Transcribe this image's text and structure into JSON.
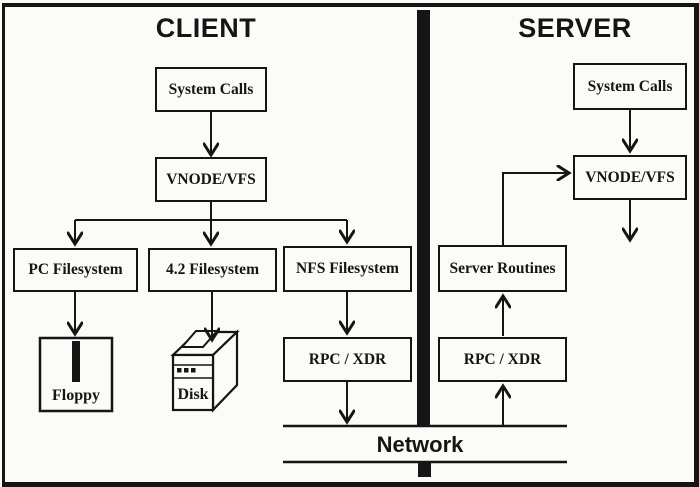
{
  "diagram": {
    "client_title": "CLIENT",
    "server_title": "SERVER",
    "network_label": "Network",
    "boxes": {
      "client_system_calls": "System Calls",
      "client_vnode_vfs": "VNODE/VFS",
      "pc_filesystem": "PC Filesystem",
      "filesystem_42": "4.2 Filesystem",
      "nfs_filesystem": "NFS Filesystem",
      "client_rpc_xdr": "RPC / XDR",
      "server_routines": "Server Routines",
      "server_rpc_xdr": "RPC / XDR",
      "server_system_calls": "System Calls",
      "server_vnode_vfs": "VNODE/VFS"
    },
    "icons": {
      "floppy": {
        "name": "floppy-disk-icon",
        "label": "Floppy"
      },
      "disk": {
        "name": "hard-disk-icon",
        "label": "Disk"
      }
    },
    "colors": {
      "ink": "#151515",
      "paper": "#fbfbf8"
    }
  }
}
